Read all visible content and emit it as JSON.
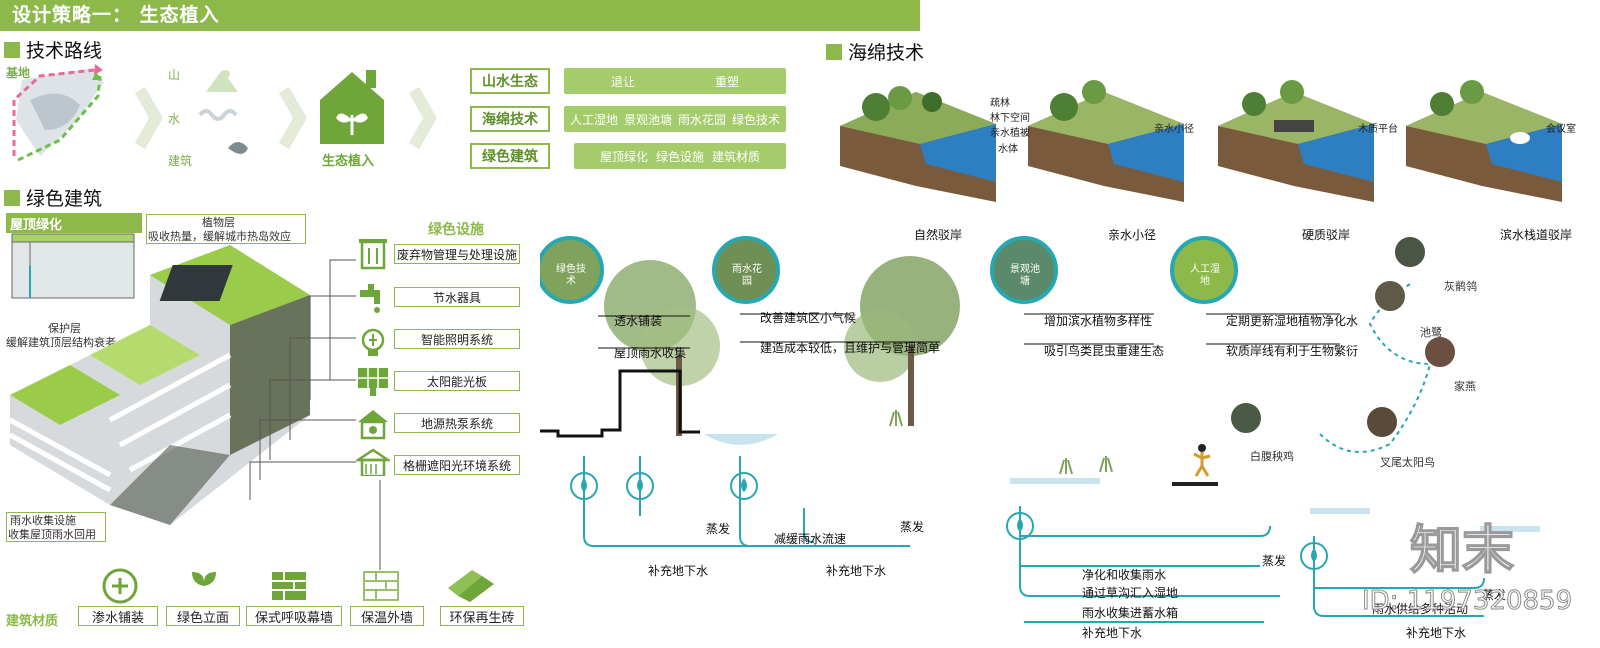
{
  "header": {
    "title": "设计策略一： 生态植入"
  },
  "sections": {
    "tech_route": "技术路线",
    "green_building": "绿色建筑",
    "sponge": "海绵技术"
  },
  "route": {
    "site_label": "基地",
    "mountain": "山",
    "water": "水",
    "building": "建筑",
    "eco_label": "生态植入"
  },
  "strategy": [
    {
      "name": "山水生态",
      "items": [
        "退让",
        "重塑"
      ]
    },
    {
      "name": "海绵技术",
      "items": [
        "人工湿地",
        "景观池塘",
        "雨水花园",
        "绿色技术"
      ]
    },
    {
      "name": "绿色建筑",
      "items": [
        "屋顶绿化",
        "绿色设施",
        "建筑材质"
      ]
    }
  ],
  "roof": {
    "title": "屋顶绿化",
    "plant_layer": "植物层",
    "plant_desc": "吸收热量，缓解城市热岛效应",
    "protect_layer": "保护层",
    "protect_desc": "缓解建筑顶层结构衰老",
    "rain_title": "雨水收集设施",
    "rain_desc": "收集屋顶雨水回用"
  },
  "facilities": {
    "title": "绿色设施",
    "items": [
      "废弃物管理与处理设施",
      "节水器具",
      "智能照明系统",
      "太阳能光板",
      "地源热泵系统",
      "格栅遮阳光环境系统"
    ]
  },
  "materials": {
    "title": "建筑材质",
    "items": [
      "渗水铺装",
      "绿色立面",
      "保式呼吸幕墙",
      "保温外墙",
      "环保再生砖"
    ]
  },
  "banks": {
    "items": [
      "自然驳岸",
      "亲水小径",
      "硬质驳岸",
      "滨水栈道驳岸"
    ],
    "callouts": [
      "疏林",
      "林下空间",
      "亲水植被",
      "水体",
      "亲水小径",
      "木质平台",
      "会议室"
    ]
  },
  "section_diagram": {
    "circles": [
      "绿色技术",
      "雨水花园",
      "景观池塘",
      "人工湿地"
    ],
    "g1": [
      "透水铺装",
      "屋顶雨水收集"
    ],
    "g2": [
      "改善建筑区小气候",
      "建造成本较低，且维护与管理简单"
    ],
    "g3": [
      "增加滨水植物多样性",
      "吸引鸟类昆虫重建生态"
    ],
    "g4": [
      "定期更新湿地植物净化水",
      "软质岸线有利于生物繁衍"
    ],
    "evap": "蒸发",
    "recharge": "补充地下水",
    "slow": "减缓雨水流速",
    "wet_flow": [
      "净化和收集雨水",
      "通过草沟汇入湿地",
      "雨水收集进蓄水箱",
      "补充地下水"
    ],
    "end_flow": [
      "雨水供给多种活动",
      "补充地下水"
    ]
  },
  "birds": [
    "灰鹡鸰",
    "池鹭",
    "家燕",
    "白腹秧鸡",
    "叉尾太阳鸟"
  ],
  "watermark": {
    "logo": "知末",
    "id": "ID: 1197320859"
  },
  "colors": {
    "green": "#8db94b",
    "teal": "#27a7b0"
  }
}
